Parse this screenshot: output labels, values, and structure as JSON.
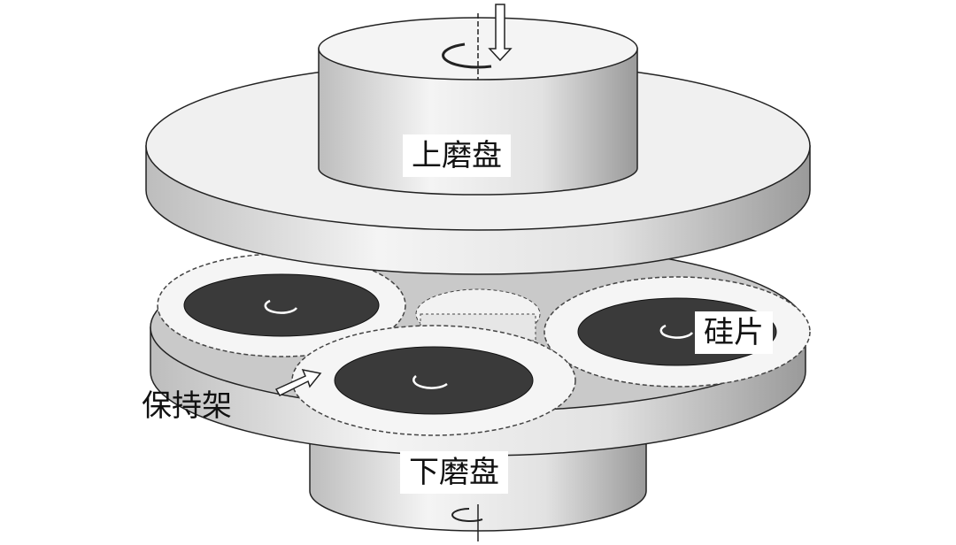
{
  "labels": {
    "upper_plate": "上磨盘",
    "lower_plate": "下磨盘",
    "wafer": "硅片",
    "carrier": "保持架"
  },
  "colors": {
    "wafer": "#3a3a3a",
    "plate": "#f2f2f2",
    "shadow": "#c8c8c8"
  }
}
